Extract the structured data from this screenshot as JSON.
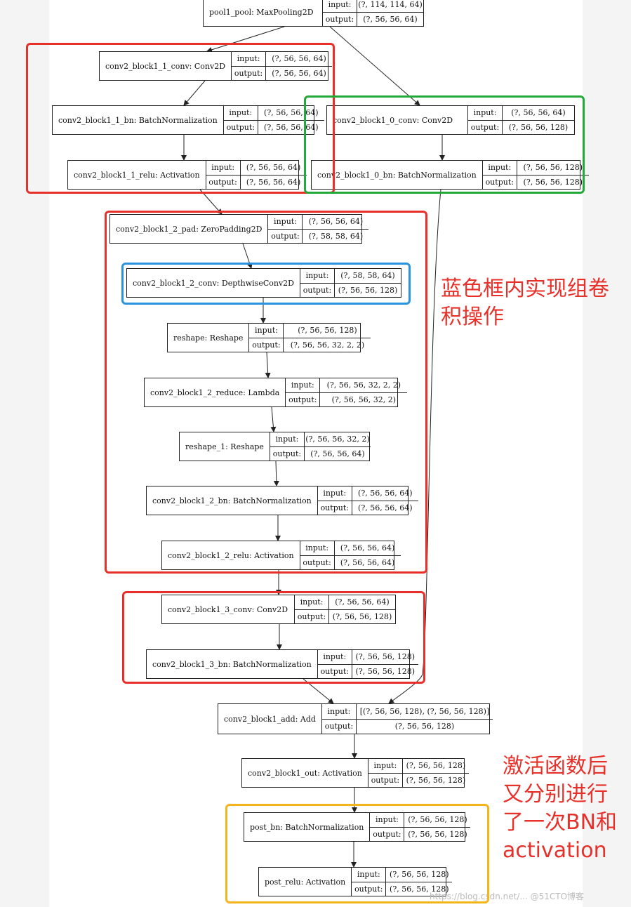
{
  "nodes": {
    "pool1": {
      "name": "pool1_pool: MaxPooling2D",
      "in_label": "input:",
      "in_value": "(?, 114, 114, 64)",
      "out_label": "output:",
      "out_value": "(?, 56, 56, 64)"
    },
    "b1_1_conv": {
      "name": "conv2_block1_1_conv: Conv2D",
      "in_label": "input:",
      "in_value": "(?, 56, 56, 64)",
      "out_label": "output:",
      "out_value": "(?, 56, 56, 64)"
    },
    "b1_1_bn": {
      "name": "conv2_block1_1_bn: BatchNormalization",
      "in_label": "input:",
      "in_value": "(?, 56, 56, 64)",
      "out_label": "output:",
      "out_value": "(?, 56, 56, 64)"
    },
    "b1_1_relu": {
      "name": "conv2_block1_1_relu: Activation",
      "in_label": "input:",
      "in_value": "(?, 56, 56, 64)",
      "out_label": "output:",
      "out_value": "(?, 56, 56, 64)"
    },
    "b1_0_conv": {
      "name": "conv2_block1_0_conv: Conv2D",
      "in_label": "input:",
      "in_value": "(?, 56, 56, 64)",
      "out_label": "output:",
      "out_value": "(?, 56, 56, 128)"
    },
    "b1_0_bn": {
      "name": "conv2_block1_0_bn: BatchNormalization",
      "in_label": "input:",
      "in_value": "(?, 56, 56, 128)",
      "out_label": "output:",
      "out_value": "(?, 56, 56, 128)"
    },
    "b1_2_pad": {
      "name": "conv2_block1_2_pad: ZeroPadding2D",
      "in_label": "input:",
      "in_value": "(?, 56, 56, 64)",
      "out_label": "output:",
      "out_value": "(?, 58, 58, 64)"
    },
    "b1_2_conv": {
      "name": "conv2_block1_2_conv: DepthwiseConv2D",
      "in_label": "input:",
      "in_value": "(?, 58, 58, 64)",
      "out_label": "output:",
      "out_value": "(?, 56, 56, 128)"
    },
    "reshape": {
      "name": "reshape: Reshape",
      "in_label": "input:",
      "in_value": "(?, 56, 56, 128)",
      "out_label": "output:",
      "out_value": "(?, 56, 56, 32, 2, 2)"
    },
    "b1_2_reduce": {
      "name": "conv2_block1_2_reduce: Lambda",
      "in_label": "input:",
      "in_value": "(?, 56, 56, 32, 2, 2)",
      "out_label": "output:",
      "out_value": "(?, 56, 56, 32, 2)"
    },
    "reshape_1": {
      "name": "reshape_1: Reshape",
      "in_label": "input:",
      "in_value": "(?, 56, 56, 32, 2)",
      "out_label": "output:",
      "out_value": "(?, 56, 56, 64)"
    },
    "b1_2_bn": {
      "name": "conv2_block1_2_bn: BatchNormalization",
      "in_label": "input:",
      "in_value": "(?, 56, 56, 64)",
      "out_label": "output:",
      "out_value": "(?, 56, 56, 64)"
    },
    "b1_2_relu": {
      "name": "conv2_block1_2_relu: Activation",
      "in_label": "input:",
      "in_value": "(?, 56, 56, 64)",
      "out_label": "output:",
      "out_value": "(?, 56, 56, 64)"
    },
    "b1_3_conv": {
      "name": "conv2_block1_3_conv: Conv2D",
      "in_label": "input:",
      "in_value": "(?, 56, 56, 64)",
      "out_label": "output:",
      "out_value": "(?, 56, 56, 128)"
    },
    "b1_3_bn": {
      "name": "conv2_block1_3_bn: BatchNormalization",
      "in_label": "input:",
      "in_value": "(?, 56, 56, 128)",
      "out_label": "output:",
      "out_value": "(?, 56, 56, 128)"
    },
    "add": {
      "name": "conv2_block1_add: Add",
      "in_label": "input:",
      "in_value": "[(?, 56, 56, 128), (?, 56, 56, 128)]",
      "out_label": "output:",
      "out_value": "(?, 56, 56, 128)"
    },
    "out": {
      "name": "conv2_block1_out: Activation",
      "in_label": "input:",
      "in_value": "(?, 56, 56, 128)",
      "out_label": "output:",
      "out_value": "(?, 56, 56, 128)"
    },
    "post_bn": {
      "name": "post_bn: BatchNormalization",
      "in_label": "input:",
      "in_value": "(?, 56, 56, 128)",
      "out_label": "output:",
      "out_value": "(?, 56, 56, 128)"
    },
    "post_relu": {
      "name": "post_relu: Activation",
      "in_label": "input:",
      "in_value": "(?, 56, 56, 128)",
      "out_label": "output:",
      "out_value": "(?, 56, 56, 128)"
    }
  },
  "annotations": {
    "group_conv": "蓝色框内实现组卷积操作",
    "post_activation": "激活函数后又分别进行了一次BN和activation"
  },
  "watermark": "https://blog.csdn.net/... @51CTO博客",
  "colors": {
    "red": "#e8302a",
    "green": "#23a83a",
    "blue": "#2a93e0",
    "yellow": "#f2b51c"
  }
}
